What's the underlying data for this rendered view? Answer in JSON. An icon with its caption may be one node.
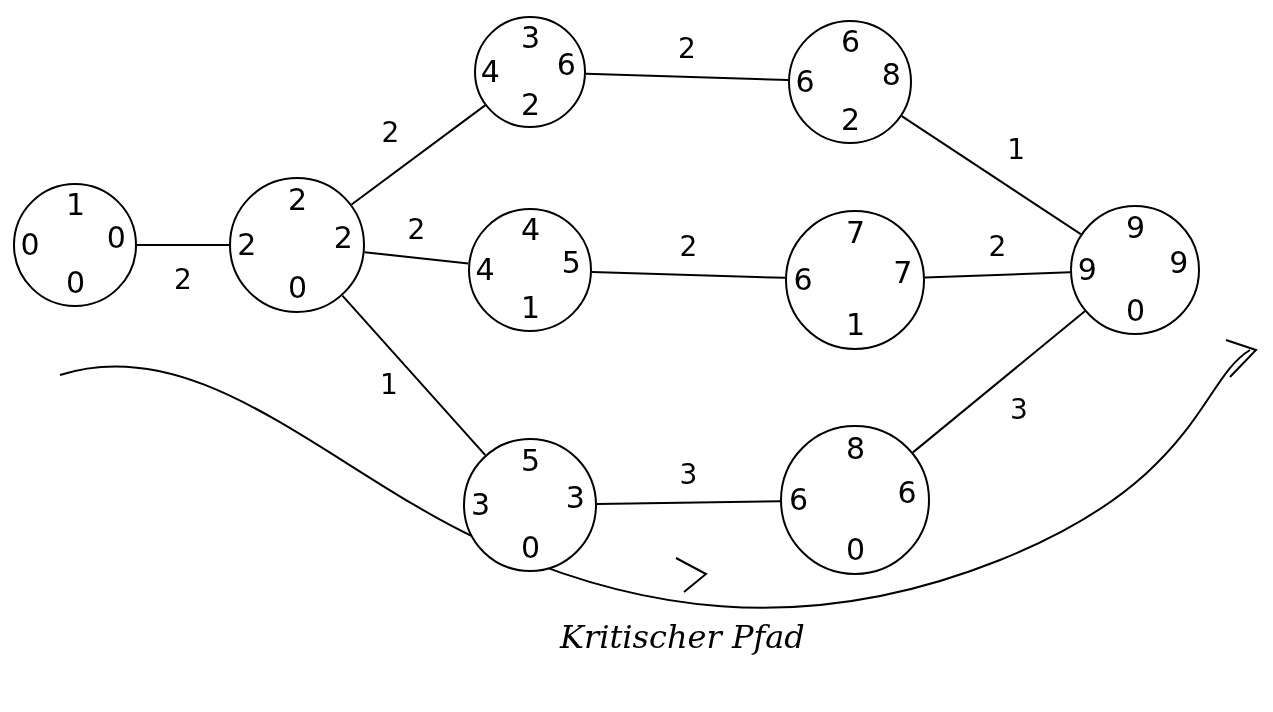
{
  "diagram": {
    "nodes": [
      {
        "text": [
          "1",
          "0",
          "0",
          "0"
        ]
      },
      {
        "text": [
          "2",
          "2",
          "2",
          "0"
        ]
      },
      {
        "text": [
          "3",
          "4",
          "6",
          "2"
        ]
      },
      {
        "text": [
          "4",
          "4",
          "5",
          "1"
        ]
      },
      {
        "text": [
          "5",
          "3",
          "3",
          "0"
        ]
      },
      {
        "text": [
          "6",
          "6",
          "8",
          "2"
        ]
      },
      {
        "text": [
          "7",
          "6",
          "7",
          "1"
        ]
      },
      {
        "text": [
          "8",
          "6",
          "6",
          "0"
        ]
      },
      {
        "text": [
          "9",
          "9",
          "9",
          "0"
        ]
      }
    ],
    "edges": [
      {
        "from": 0,
        "to": 1,
        "arrow": "none",
        "label": "2"
      },
      {
        "from": 1,
        "to": 2,
        "arrow": "none",
        "label": "2"
      },
      {
        "from": 1,
        "to": 3,
        "arrow": "none",
        "label": "2"
      },
      {
        "from": 1,
        "to": 4,
        "arrow": "none",
        "label": "1"
      },
      {
        "from": 2,
        "to": 5,
        "arrow": "none",
        "label": "2"
      },
      {
        "from": 3,
        "to": 6,
        "arrow": "none",
        "label": "2"
      },
      {
        "from": 4,
        "to": 7,
        "arrow": "none",
        "label": "3"
      },
      {
        "from": 5,
        "to": 8,
        "arrow": "none",
        "label": "1"
      },
      {
        "from": 6,
        "to": 8,
        "arrow": "none",
        "label": "2"
      },
      {
        "from": 7,
        "to": 8,
        "arrow": "none",
        "label": "3"
      }
    ],
    "labels": [
      "Kritischer Pfad"
    ]
  }
}
